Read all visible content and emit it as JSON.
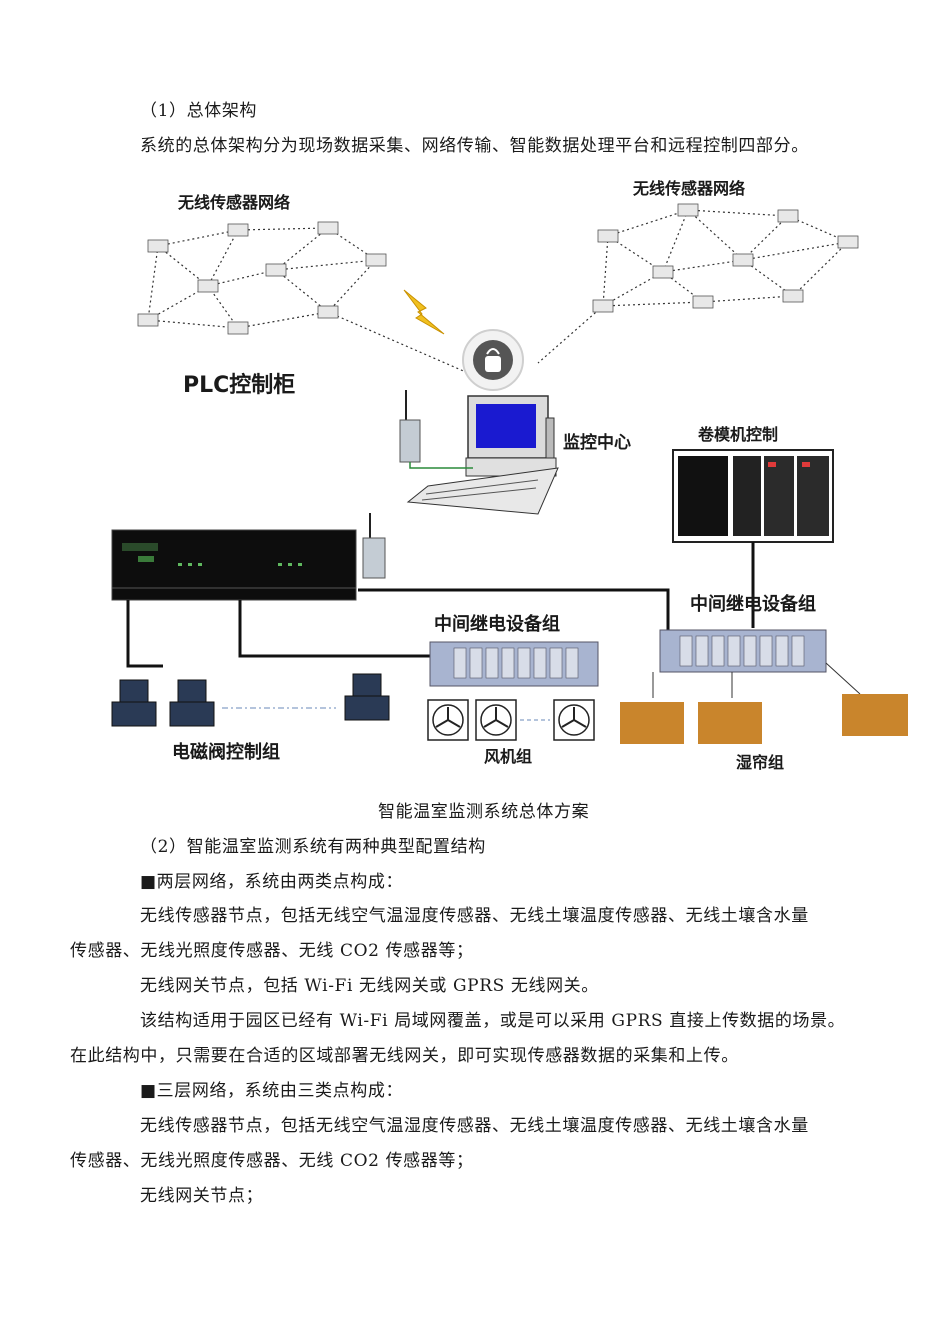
{
  "paragraphs": {
    "p1": "（1）总体架构",
    "p2": "系统的总体架构分为现场数据采集、网络传输、智能数据处理平台和远程控制四部分。",
    "caption": "智能温室监测系统总体方案",
    "p3": "（2）智能温室监测系统有两种典型配置结构",
    "p4": "■两层网络，系统由两类点构成：",
    "p5a": "无线传感器节点，包括无线空气温湿度传感器、无线土壤温度传感器、无线土壤含水量",
    "p5b": "传感器、无线光照度传感器、无线 CO2 传感器等；",
    "p6": "无线网关节点，包括 Wi-Fi 无线网关或 GPRS 无线网关。",
    "p7a": "该结构适用于园区已经有 Wi-Fi 局域网覆盖，或是可以采用 GPRS 直接上传数据的场景。",
    "p7b": "在此结构中，只需要在合适的区域部署无线网关，即可实现传感器数据的采集和上传。",
    "p8": "■三层网络，系统由三类点构成：",
    "p9a": "无线传感器节点，包括无线空气温湿度传感器、无线土壤温度传感器、无线土壤含水量",
    "p9b": "传感器、无线光照度传感器、无线 CO2 传感器等；",
    "p10": "无线网关节点；"
  },
  "diagram": {
    "wsn_left": "无线传感器网络",
    "wsn_right": "无线传感器网络",
    "plc": "PLC控制柜",
    "monitor": "监控中心",
    "winch": "卷模机控制",
    "relay_right": "中间继电设备组",
    "relay_mid": "中间继电设备组",
    "valve": "电磁阀控制组",
    "fan": "风机组",
    "curtain": "湿帘组"
  }
}
